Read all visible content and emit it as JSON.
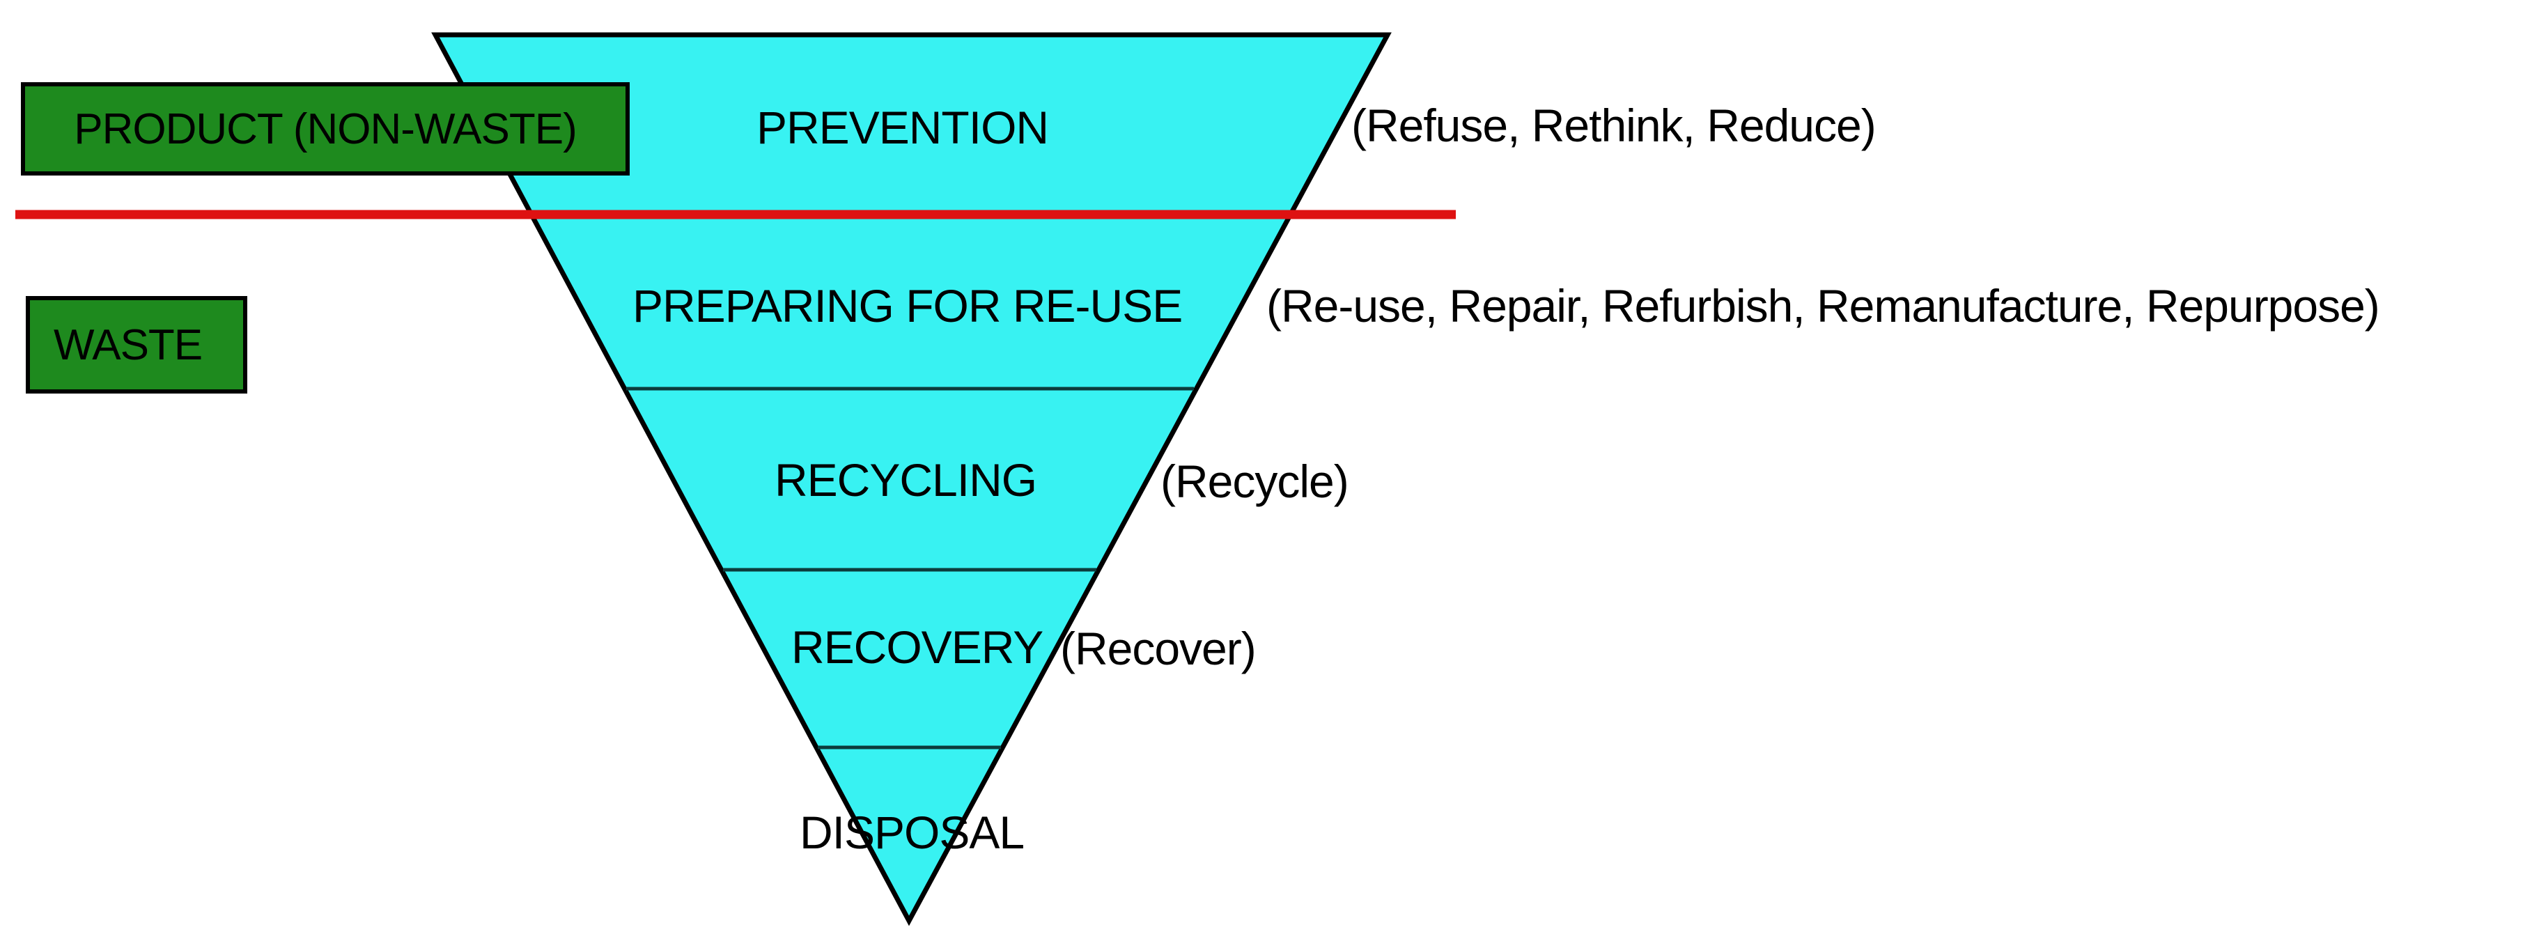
{
  "diagram": {
    "type": "waste-hierarchy-inverted-pyramid",
    "product_box_label": "PRODUCT (NON-WASTE)",
    "waste_box_label": "WASTE",
    "levels": [
      {
        "name": "PREVENTION",
        "annotation": "(Refuse, Rethink, Reduce)"
      },
      {
        "name": "PREPARING FOR RE-USE",
        "annotation": "(Re-use, Repair, Refurbish, Remanufacture, Repurpose)"
      },
      {
        "name": "RECYCLING",
        "annotation": "(Recycle)"
      },
      {
        "name": "RECOVERY",
        "annotation": "(Recover)"
      },
      {
        "name": "DISPOSAL",
        "annotation": ""
      }
    ],
    "colors": {
      "funnel_fill": "#38F2F2",
      "funnel_outline": "#000000",
      "level_divider": "#0B3C3C",
      "non_waste_waste_boundary": "#DE1212",
      "green_box_fill": "#1E8A1E",
      "text": "#000000"
    }
  }
}
